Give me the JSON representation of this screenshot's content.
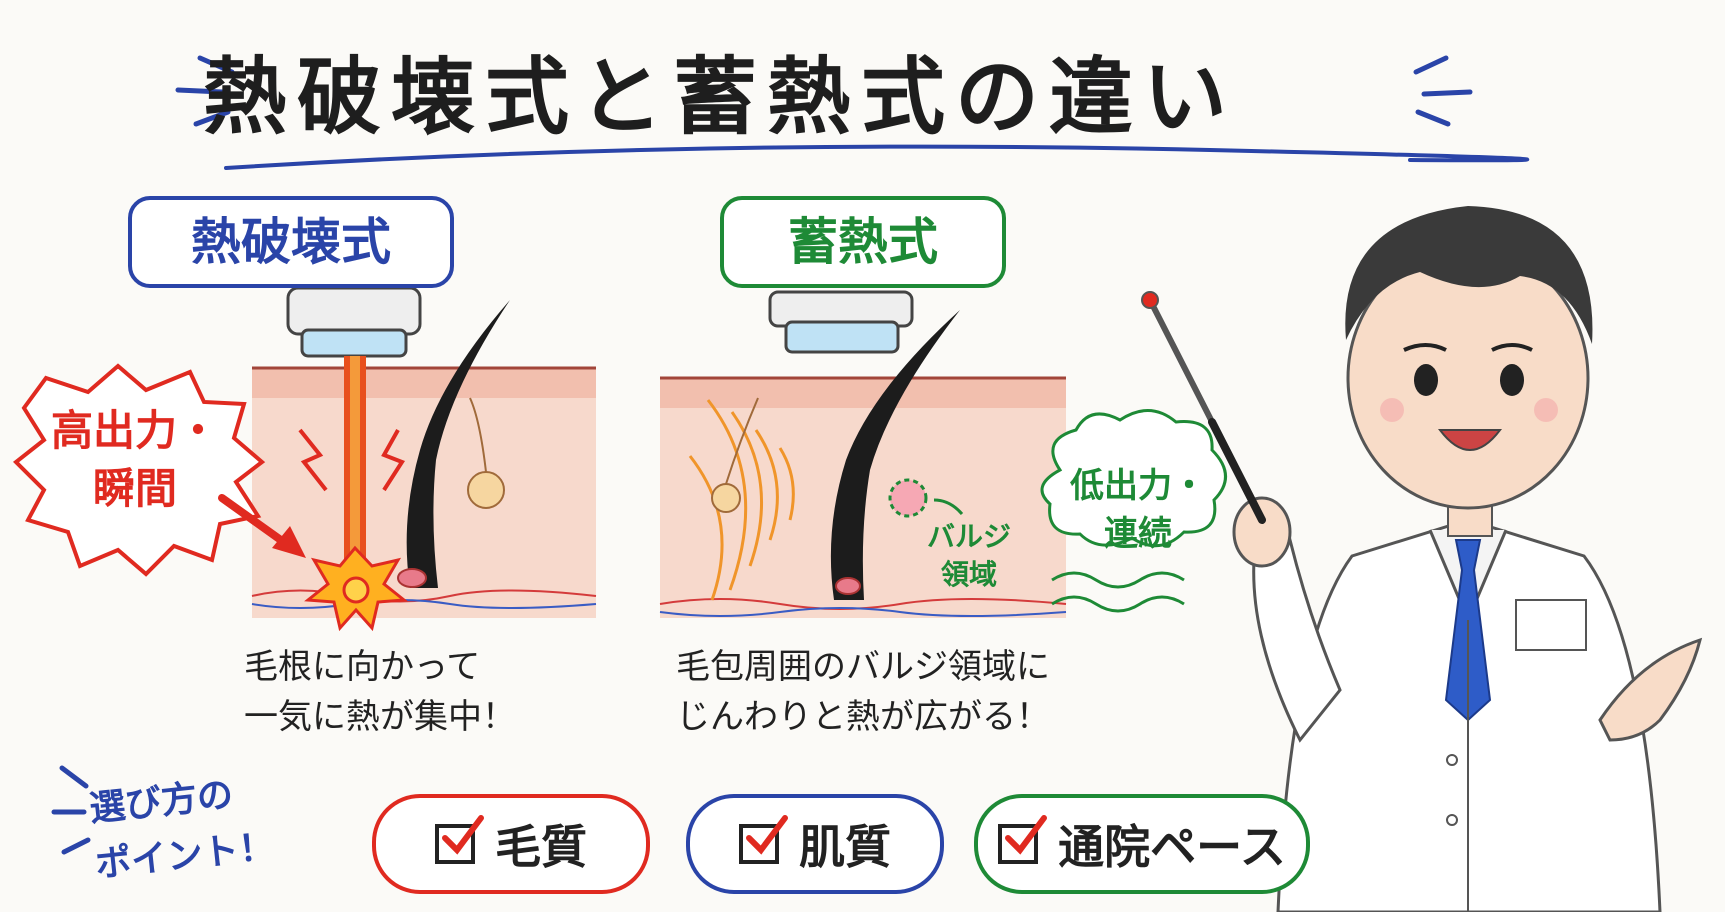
{
  "title": "熱破壊式と蓄熱式の違い",
  "left_panel": {
    "label": "熱破壊式",
    "burst_line1": "高出力・",
    "burst_line2": "瞬間",
    "caption_line1": "毛根に向かって",
    "caption_line2": "一気に熱が集中！"
  },
  "right_panel": {
    "label": "蓄熱式",
    "bulge_line1": "バルジ",
    "bulge_line2": "領域",
    "cloud_line1": "低出力・",
    "cloud_line2": "連続",
    "caption_line1": "毛包周囲のバルジ領域に",
    "caption_line2": "じんわりと熱が広がる！"
  },
  "points": {
    "heading_line1": "選び方の",
    "heading_line2": "ポイント！",
    "items": [
      "毛質",
      "肌質",
      "通院ペース"
    ]
  },
  "colors": {
    "thermal": "#2a44a8",
    "storage": "#1e8a36",
    "burst": "#e02a20",
    "heat_wave": "#f0952a",
    "hair": "#1c1c1c",
    "skin": "#f7d9cc"
  },
  "icons": [
    "checkbox-icon",
    "pointer-stick-icon",
    "laser-head-icon"
  ]
}
